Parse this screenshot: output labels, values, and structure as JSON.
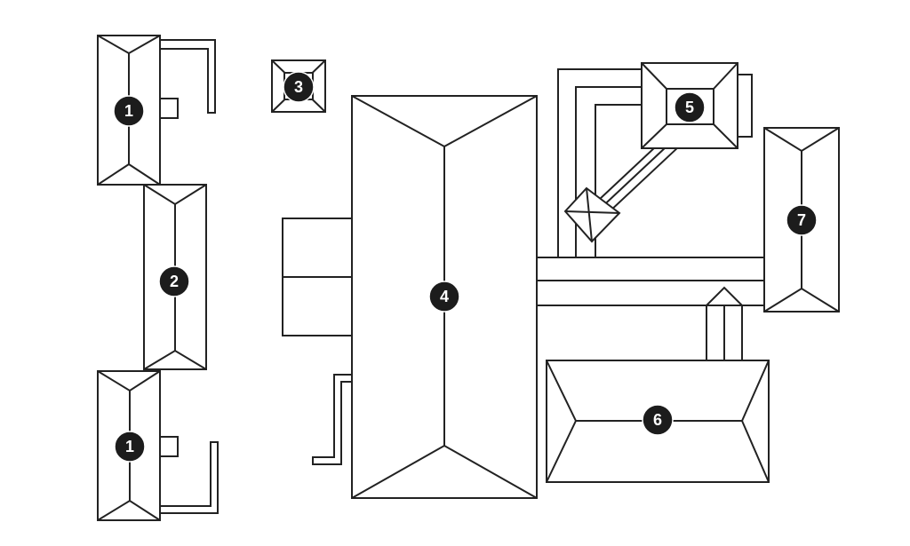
{
  "diagram": {
    "colors": {
      "line": "#222222",
      "fill": "#ffffff",
      "marker": "#1c1c1c",
      "marker_text": "#ffffff"
    },
    "buildings": [
      {
        "id": "building-1-top",
        "label": "1"
      },
      {
        "id": "building-2",
        "label": "2"
      },
      {
        "id": "building-1-bottom",
        "label": "1"
      },
      {
        "id": "building-3",
        "label": "3"
      },
      {
        "id": "building-4",
        "label": "4"
      },
      {
        "id": "building-5",
        "label": "5"
      },
      {
        "id": "building-6",
        "label": "6"
      },
      {
        "id": "building-7",
        "label": "7"
      }
    ]
  }
}
